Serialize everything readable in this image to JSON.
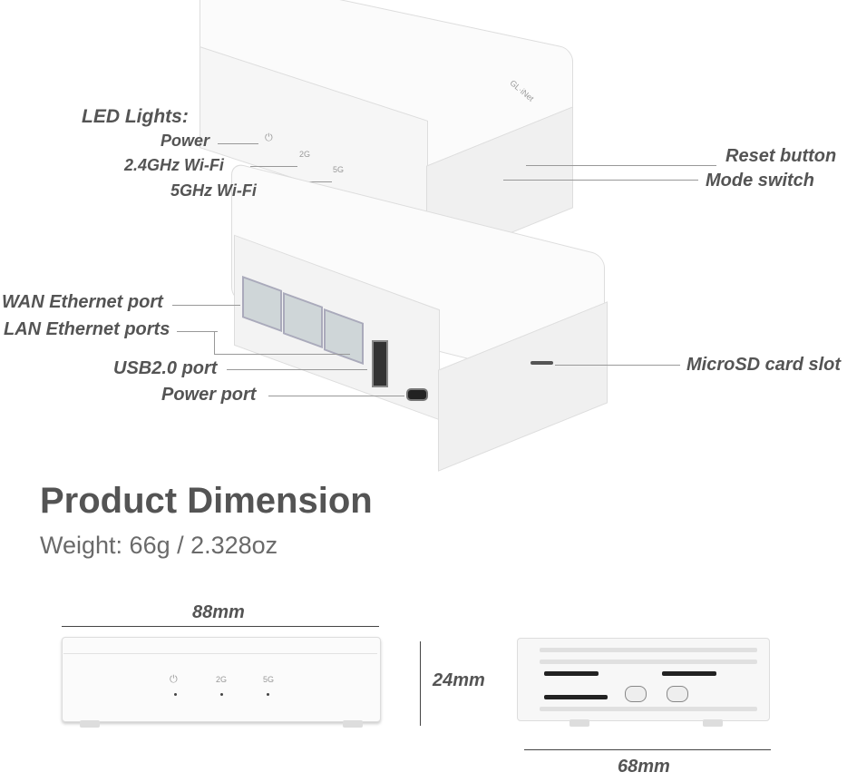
{
  "labels": {
    "led_lights": "LED Lights:",
    "power": "Power",
    "wifi24": "2.4GHz Wi-Fi",
    "wifi5": "5GHz Wi-Fi",
    "reset": "Reset button",
    "mode": "Mode switch",
    "wan": "WAN Ethernet port",
    "lan": "LAN Ethernet ports",
    "usb": "USB2.0 port",
    "power_port": "Power port",
    "microsd": "MicroSD card slot"
  },
  "device": {
    "brand": "GL·iNet",
    "led_2g": "2G",
    "led_5g": "5G"
  },
  "dimension": {
    "title": "Product Dimension",
    "weight": "Weight: 66g / 2.328oz",
    "width": "88mm",
    "height": "24mm",
    "depth": "68mm"
  }
}
